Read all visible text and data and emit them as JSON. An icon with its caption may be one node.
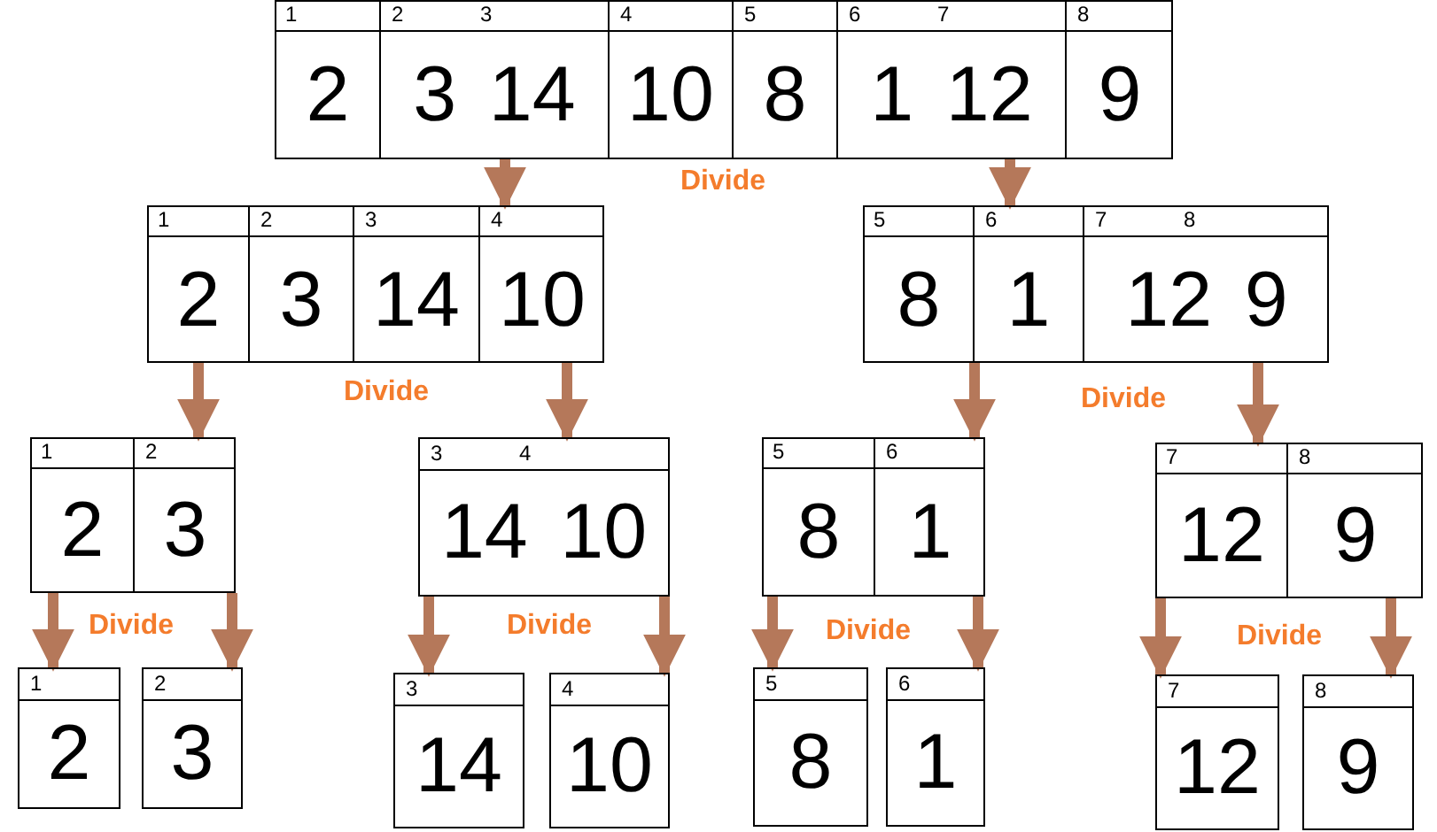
{
  "diagram": {
    "nodes": [
      {
        "text": [],
        "shape": "box"
      },
      {
        "text": [
          "1",
          "2"
        ],
        "in": 0
      },
      {
        "text": [
          "2 3",
          "3 14"
        ],
        "in": 0
      },
      {
        "text": [
          "4",
          "10"
        ],
        "in": 0
      },
      {
        "text": [
          "5",
          "8"
        ],
        "in": 0
      },
      {
        "text": [
          "6 7",
          "1 12"
        ],
        "in": 0
      },
      {
        "text": [
          "8",
          "9"
        ],
        "in": 0
      },
      {
        "text": [],
        "shape": "box"
      },
      {
        "text": [
          "1",
          "2"
        ],
        "in": 7
      },
      {
        "text": [
          "2",
          "3"
        ],
        "in": 7
      },
      {
        "text": [
          "3",
          "14"
        ],
        "in": 7
      },
      {
        "text": [
          "4",
          "10"
        ],
        "in": 7
      },
      {
        "text": [],
        "shape": "box"
      },
      {
        "text": [
          "5",
          "8"
        ],
        "in": 12
      },
      {
        "text": [
          "6",
          "1"
        ],
        "in": 12
      },
      {
        "text": [
          "7 8",
          "12 9"
        ],
        "in": 12
      },
      {
        "text": [],
        "shape": "box"
      },
      {
        "text": [
          "1",
          "2"
        ],
        "in": 16
      },
      {
        "text": [
          "2",
          "3"
        ],
        "in": 16
      },
      {
        "text": [
          "3 4",
          "14 10"
        ]
      },
      {
        "text": [],
        "shape": "box"
      },
      {
        "text": [
          "5",
          "8"
        ],
        "in": 20
      },
      {
        "text": [
          "6",
          "1"
        ],
        "in": 20
      },
      {
        "text": [],
        "shape": "box"
      },
      {
        "text": [
          "7",
          "12"
        ],
        "in": 23
      },
      {
        "text": [
          "8",
          "9"
        ],
        "in": 23
      },
      {
        "text": [
          "1",
          "2"
        ]
      },
      {
        "text": [
          "2",
          "3"
        ]
      },
      {
        "text": [
          "3",
          "14"
        ]
      },
      {
        "text": [
          "4",
          "10"
        ]
      },
      {
        "text": [
          "5",
          "8"
        ]
      },
      {
        "text": [
          "6",
          "1"
        ]
      },
      {
        "text": [
          "7",
          "12"
        ]
      },
      {
        "text": [
          "8",
          "9"
        ]
      }
    ],
    "edges": [
      {
        "from": 0,
        "to": 7,
        "arrow": "to"
      },
      {
        "from": 0,
        "to": 12,
        "arrow": "to"
      },
      {
        "from": 7,
        "to": 16,
        "arrow": "to"
      },
      {
        "from": 7,
        "to": 19,
        "arrow": "to"
      },
      {
        "from": 12,
        "to": 20,
        "arrow": "to"
      },
      {
        "from": 12,
        "to": 23,
        "arrow": "to"
      },
      {
        "from": 16,
        "to": 26,
        "arrow": "to"
      },
      {
        "from": 16,
        "to": 27,
        "arrow": "to"
      },
      {
        "from": 19,
        "to": 28,
        "arrow": "to"
      },
      {
        "from": 19,
        "to": 29,
        "arrow": "to"
      },
      {
        "from": 20,
        "to": 30,
        "arrow": "to"
      },
      {
        "from": 20,
        "to": 31,
        "arrow": "to"
      },
      {
        "from": 23,
        "to": 32,
        "arrow": "to"
      },
      {
        "from": 23,
        "to": 33,
        "arrow": "to"
      }
    ],
    "labels": [
      "Divide",
      "Divide",
      "Divide",
      "Divide",
      "Divide",
      "Divide",
      "Divide"
    ]
  }
}
